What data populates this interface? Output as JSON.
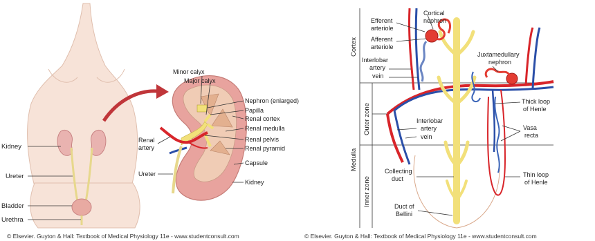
{
  "left": {
    "labels": {
      "kidney": "Kidney",
      "ureter": "Ureter",
      "bladder": "Bladder",
      "urethra": "Urethra",
      "minor_calyx": "Minor calyx",
      "major_calyx": "Major calyx",
      "nephron": "Nephron (enlarged)",
      "papilla": "Papilla",
      "renal_cortex": "Renal cortex",
      "renal_medulla": "Renal medulla",
      "renal_artery_1": "Renal",
      "renal_artery_2": "artery",
      "renal_pelvis": "Renal pelvis",
      "renal_pyramid": "Renal pyramid",
      "capsule": "Capsule",
      "ureter_detail": "Ureter",
      "kidney_detail": "Kidney"
    },
    "caption": "© Elsevier. Guyton & Hall: Textbook of Medical Physiology 11e - www.studentconsult.com"
  },
  "right": {
    "zones": {
      "cortex": "Cortex",
      "medulla": "Medulla",
      "outer_zone": "Outer zone",
      "inner_zone": "Inner zone"
    },
    "labels": {
      "efferent_1": "Efferent",
      "efferent_2": "arteriole",
      "afferent_1": "Afferent",
      "afferent_2": "arteriole",
      "cortical_1": "Cortical",
      "cortical_2": "nephron",
      "interlobar_top_1": "Interlobar",
      "interlobar_top_2": "artery",
      "interlobar_top_3": "vein",
      "juxta_1": "Juxtamedullary",
      "juxta_2": "nephron",
      "thick_1": "Thick loop",
      "thick_2": "of Henle",
      "interlobar_mid_1": "Interlobar",
      "interlobar_mid_2": "artery",
      "interlobar_mid_3": "vein",
      "vasa_1": "Vasa",
      "vasa_2": "recta",
      "collecting_1": "Collecting",
      "collecting_2": "duct",
      "thin_1": "Thin loop",
      "thin_2": "of Henle",
      "bellini_1": "Duct of",
      "bellini_2": "Bellini"
    },
    "caption": "© Elsevier. Guyton & Hall: Textbook of Medical Physiology 11e - www.studentconsult.com"
  },
  "colors": {
    "artery": "#d8252a",
    "vein": "#2b4fa8",
    "duct": "#f2e07a",
    "body_skin": "#f7e3d8",
    "kidney": "#e8a39e"
  }
}
